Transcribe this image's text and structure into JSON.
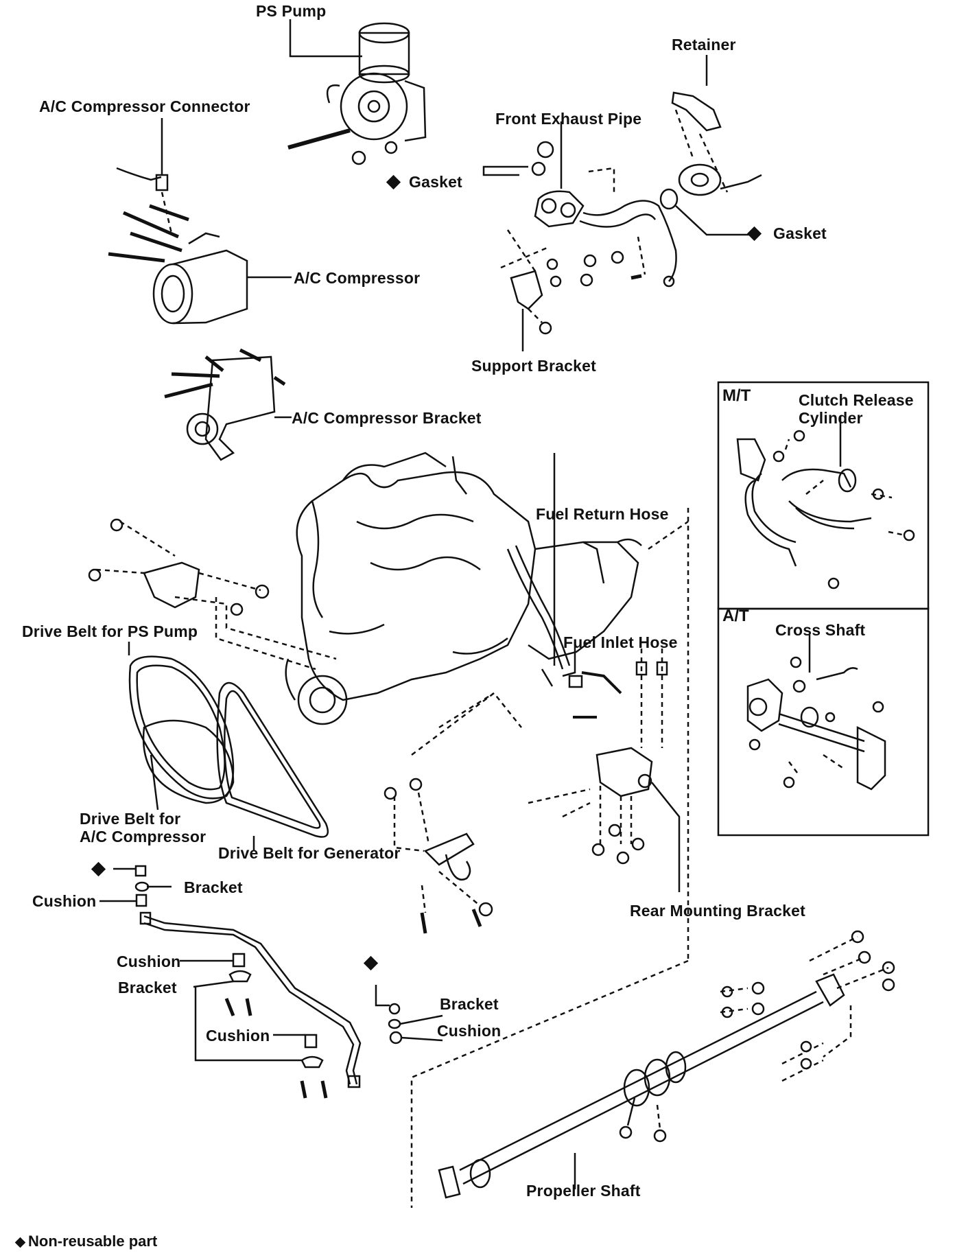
{
  "labels": {
    "ps_pump": "PS Pump",
    "retainer": "Retainer",
    "ac_compressor_connector": "A/C Compressor Connector",
    "front_exhaust_pipe": "Front Exhaust Pipe",
    "gasket_left": "Gasket",
    "gasket_right": "Gasket",
    "ac_compressor": "A/C Compressor",
    "support_bracket": "Support Bracket",
    "ac_compressor_bracket": "A/C Compressor Bracket",
    "fuel_return_hose": "Fuel Return Hose",
    "fuel_inlet_hose": "Fuel Inlet Hose",
    "drive_belt_ps_pump": "Drive Belt for PS Pump",
    "drive_belt_ac": "Drive Belt for\nA/C Compressor",
    "drive_belt_generator": "Drive Belt for Generator",
    "bracket_1": "Bracket",
    "cushion_1": "Cushion",
    "rear_mounting_bracket": "Rear Mounting Bracket",
    "cushion_2": "Cushion",
    "bracket_2": "Bracket",
    "cushion_3": "Cushion",
    "bracket_3": "Bracket",
    "cushion_4": "Cushion",
    "propeller_shaft": "Propeller Shaft"
  },
  "mt_box": {
    "title": "M/T",
    "clutch_release_cylinder": "Clutch Release\nCylinder"
  },
  "at_box": {
    "title": "A/T",
    "cross_shaft": "Cross Shaft"
  },
  "legend": {
    "text": "Non-reusable part"
  }
}
